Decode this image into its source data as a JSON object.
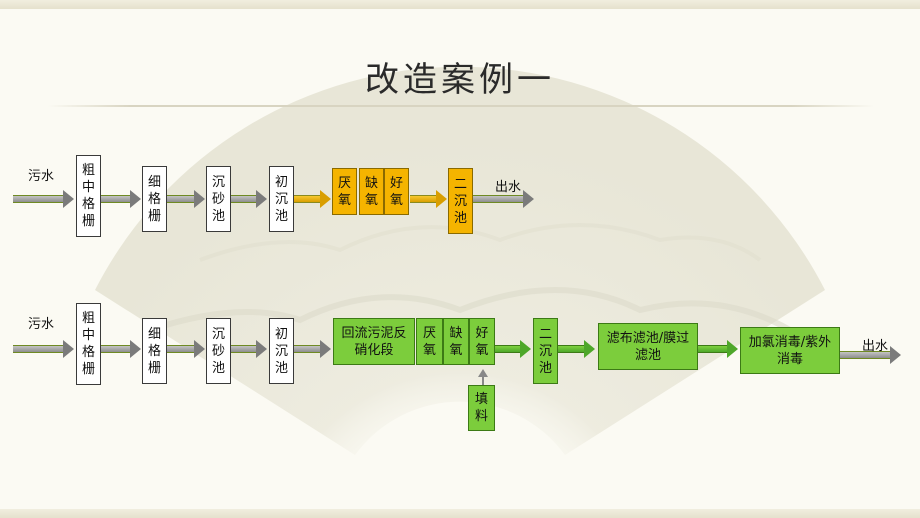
{
  "title": "改造案例一",
  "row1": {
    "input": "污水",
    "output": "出水",
    "boxes": [
      "粗中格栅",
      "细格栅",
      "沉砂池",
      "初沉池",
      "厌氧",
      "缺氧",
      "好氧",
      "二沉池"
    ]
  },
  "row2": {
    "input": "污水",
    "output": "出水",
    "boxes": [
      "粗中格栅",
      "细格栅",
      "沉砂池",
      "初沉池",
      "回流污泥反硝化段",
      "厌氧",
      "缺氧",
      "好氧",
      "二沉池",
      "滤布滤池/膜过滤池",
      "加氯消毒/紫外消毒",
      "填料"
    ]
  },
  "colors": {
    "orange_box": "#f5b400",
    "green_box": "#7ccd3c",
    "white_box": "#ffffff",
    "gray_arrow": "#9a9a9a",
    "yellow_arrow": "#e8b000",
    "green_arrow": "#5cb52e"
  }
}
